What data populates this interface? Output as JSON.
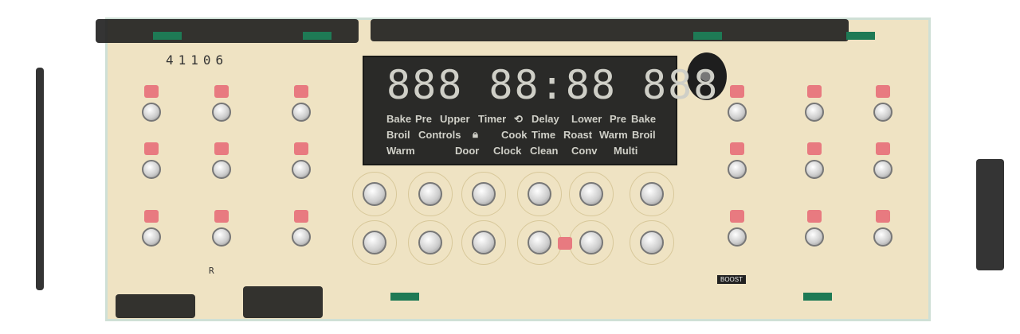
{
  "board_label": "41106",
  "corner_label": "R",
  "boost_label": "BOOST",
  "display": {
    "digits": "888 88:88 888",
    "rows": [
      [
        "Bake",
        "Pre",
        "Upper",
        "Timer",
        "Delay",
        "Lower",
        "Pre",
        "Bake"
      ],
      [
        "Broil",
        "Controls",
        "Cook",
        "Time",
        "Roast",
        "Warm",
        "Broil"
      ],
      [
        "Warm",
        "Door",
        "Clock",
        "Clean",
        "Conv",
        "Multi"
      ]
    ]
  },
  "colors": {
    "board": "#efe3c3",
    "display": "#2a2a28",
    "led": "#e87a80",
    "tape": "#1e1e1e"
  }
}
